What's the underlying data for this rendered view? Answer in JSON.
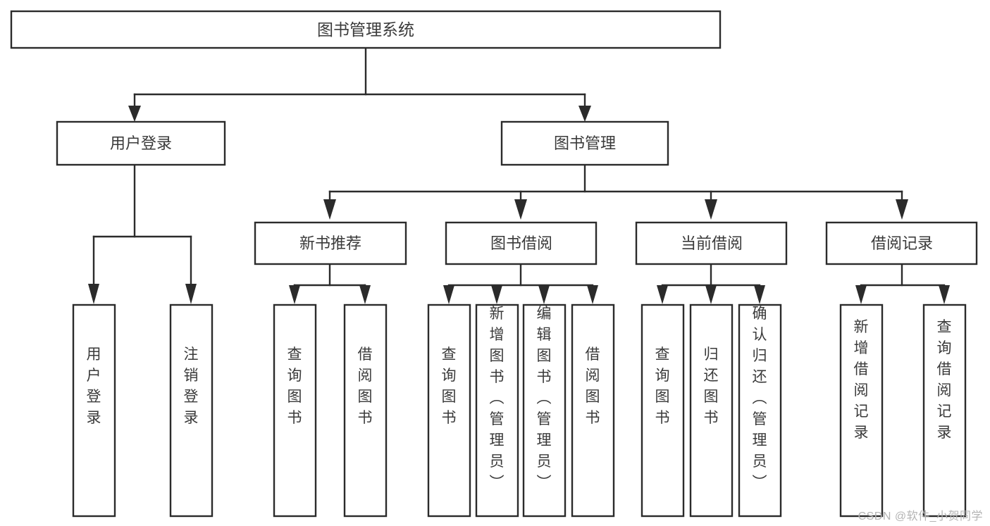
{
  "diagram": {
    "type": "tree",
    "title": "图书管理系统",
    "watermark": "CSDN @软件_小贺同学",
    "style": {
      "stroke_color": "#2b2b2b",
      "fill_color": "#ffffff",
      "text_color": "#3a3a3a",
      "watermark_color": "#b4b4b4"
    },
    "nodes": {
      "root": {
        "label": "图书管理系统"
      },
      "level1": [
        {
          "id": "user-login",
          "label": "用户登录"
        },
        {
          "id": "book-management",
          "label": "图书管理"
        }
      ],
      "level2": [
        {
          "id": "new-book-recommend",
          "label": "新书推荐"
        },
        {
          "id": "book-borrow",
          "label": "图书借阅"
        },
        {
          "id": "current-borrow",
          "label": "当前借阅"
        },
        {
          "id": "borrow-record",
          "label": "借阅记录"
        }
      ],
      "leaves": {
        "user-login": [
          {
            "id": "leaf-user-login",
            "label": "用户登录"
          },
          {
            "id": "leaf-logout-login",
            "label": "注销登录"
          }
        ],
        "new-book-recommend": [
          {
            "id": "leaf-query-book-1",
            "label": "查询图书"
          },
          {
            "id": "leaf-borrow-book-1",
            "label": "借阅图书"
          }
        ],
        "book-borrow": [
          {
            "id": "leaf-query-book-2",
            "label": "查询图书"
          },
          {
            "id": "leaf-add-book",
            "label": "新增图书（管理员）"
          },
          {
            "id": "leaf-edit-book",
            "label": "编辑图书（管理员）"
          },
          {
            "id": "leaf-borrow-book-2",
            "label": "借阅图书"
          }
        ],
        "current-borrow": [
          {
            "id": "leaf-query-book-3",
            "label": "查询图书"
          },
          {
            "id": "leaf-return-book",
            "label": "归还图书"
          },
          {
            "id": "leaf-confirm-return",
            "label": "确认归还（管理员）"
          }
        ],
        "borrow-record": [
          {
            "id": "leaf-add-record",
            "label": "新增借阅记录"
          },
          {
            "id": "leaf-query-record",
            "label": "查询借阅记录"
          }
        ]
      }
    }
  }
}
